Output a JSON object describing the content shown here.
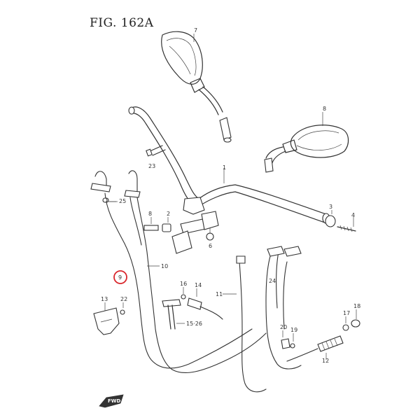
{
  "figure": {
    "title": "FIG. 162A",
    "highlight_color": "#d9262c"
  },
  "callouts": [
    {
      "id": "c1",
      "label": "1"
    },
    {
      "id": "c2",
      "label": "2"
    },
    {
      "id": "c3",
      "label": "3"
    },
    {
      "id": "c4",
      "label": "4"
    },
    {
      "id": "c6",
      "label": "6"
    },
    {
      "id": "c7",
      "label": "7"
    },
    {
      "id": "c8",
      "label": "8"
    },
    {
      "id": "c8b",
      "label": "8"
    },
    {
      "id": "c9",
      "label": "9",
      "highlighted": true
    },
    {
      "id": "c10",
      "label": "10"
    },
    {
      "id": "c11",
      "label": "11"
    },
    {
      "id": "c12",
      "label": "12"
    },
    {
      "id": "c13",
      "label": "13"
    },
    {
      "id": "c14",
      "label": "14"
    },
    {
      "id": "c15",
      "label": "15·26"
    },
    {
      "id": "c16",
      "label": "16"
    },
    {
      "id": "c17",
      "label": "17"
    },
    {
      "id": "c18",
      "label": "18"
    },
    {
      "id": "c19",
      "label": "19"
    },
    {
      "id": "c20",
      "label": "20"
    },
    {
      "id": "c22",
      "label": "22"
    },
    {
      "id": "c23",
      "label": "23"
    },
    {
      "id": "c24",
      "label": "24"
    },
    {
      "id": "c25",
      "label": "25"
    }
  ],
  "arrow": {
    "label": "FWD"
  }
}
